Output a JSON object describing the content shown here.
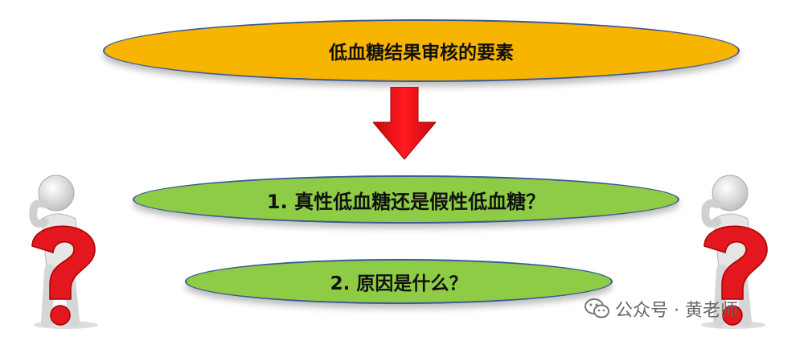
{
  "diagram": {
    "title": "低血糖结果审核的要素",
    "question_1": "1. 真性低血糖还是假性低血糖？",
    "question_2": "2. 原因是什么？",
    "colors": {
      "title_fill": "#f7b400",
      "question_fill": "#8fcc45",
      "arrow": "#e8141b",
      "outline": "#3a5a9a"
    }
  },
  "watermark": {
    "text": "公众号 · 黄老师",
    "icon": "wechat-icon"
  }
}
